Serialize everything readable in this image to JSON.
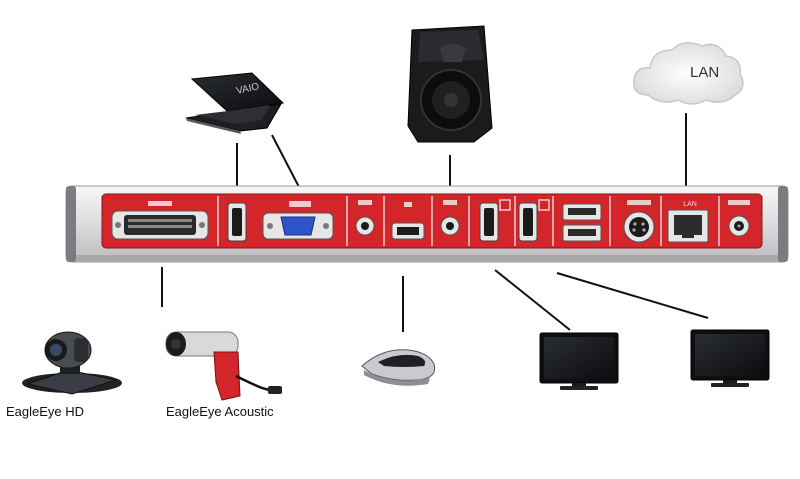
{
  "labels": {
    "lan": "LAN",
    "eagleeye_hd": "EagleEye HD",
    "eagleeye_acoustic": "EagleEye Acoustic",
    "laptop_brand": "VAIO",
    "port_lan": "LAN"
  },
  "colors": {
    "panel_red": "#d3252a",
    "chassis": "#e9e9ea",
    "connector_blue": "#2f53c8",
    "line": "#111111"
  },
  "icons": [
    "laptop-icon",
    "speaker-icon",
    "cloud-icon",
    "camera-icon",
    "microphone-icon",
    "monitor-icon"
  ]
}
